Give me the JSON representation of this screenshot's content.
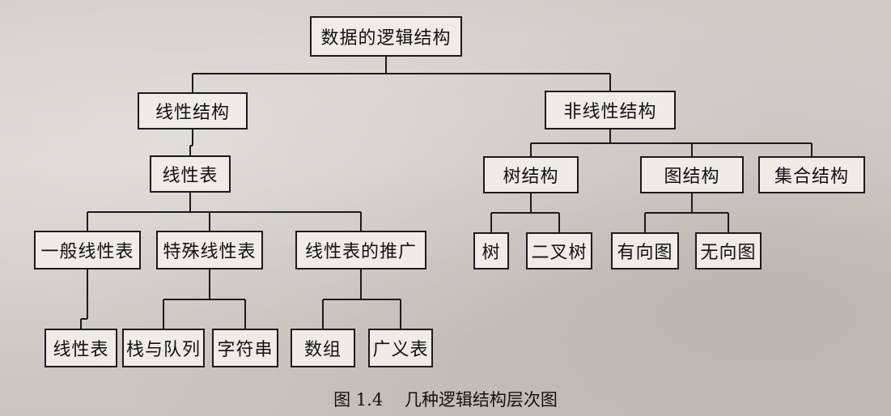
{
  "diagram": {
    "nodes": {
      "root": "数据的逻辑结构",
      "linear": "线性结构",
      "nonlinear": "非线性结构",
      "linear_list": "线性表",
      "general_linear_list": "一般线性表",
      "special_linear_list": "特殊线性表",
      "linear_list_extension": "线性表的推广",
      "linear_list_leaf": "线性表",
      "stack_queue": "栈与队列",
      "string": "字符串",
      "array": "数组",
      "generalized_list": "广义表",
      "tree_structure": "树结构",
      "graph_structure": "图结构",
      "set_structure": "集合结构",
      "tree": "树",
      "binary_tree": "二叉树",
      "directed_graph": "有向图",
      "undirected_graph": "无向图"
    },
    "edges": [
      [
        "root",
        "linear"
      ],
      [
        "root",
        "nonlinear"
      ],
      [
        "linear",
        "linear_list"
      ],
      [
        "linear_list",
        "general_linear_list"
      ],
      [
        "linear_list",
        "special_linear_list"
      ],
      [
        "linear_list",
        "linear_list_extension"
      ],
      [
        "general_linear_list",
        "linear_list_leaf"
      ],
      [
        "special_linear_list",
        "stack_queue"
      ],
      [
        "special_linear_list",
        "string"
      ],
      [
        "linear_list_extension",
        "array"
      ],
      [
        "linear_list_extension",
        "generalized_list"
      ],
      [
        "nonlinear",
        "tree_structure"
      ],
      [
        "nonlinear",
        "graph_structure"
      ],
      [
        "nonlinear",
        "set_structure"
      ],
      [
        "tree_structure",
        "tree"
      ],
      [
        "tree_structure",
        "binary_tree"
      ],
      [
        "graph_structure",
        "directed_graph"
      ],
      [
        "graph_structure",
        "undirected_graph"
      ]
    ],
    "caption": "图 1.4    几种逻辑结构层次图"
  }
}
